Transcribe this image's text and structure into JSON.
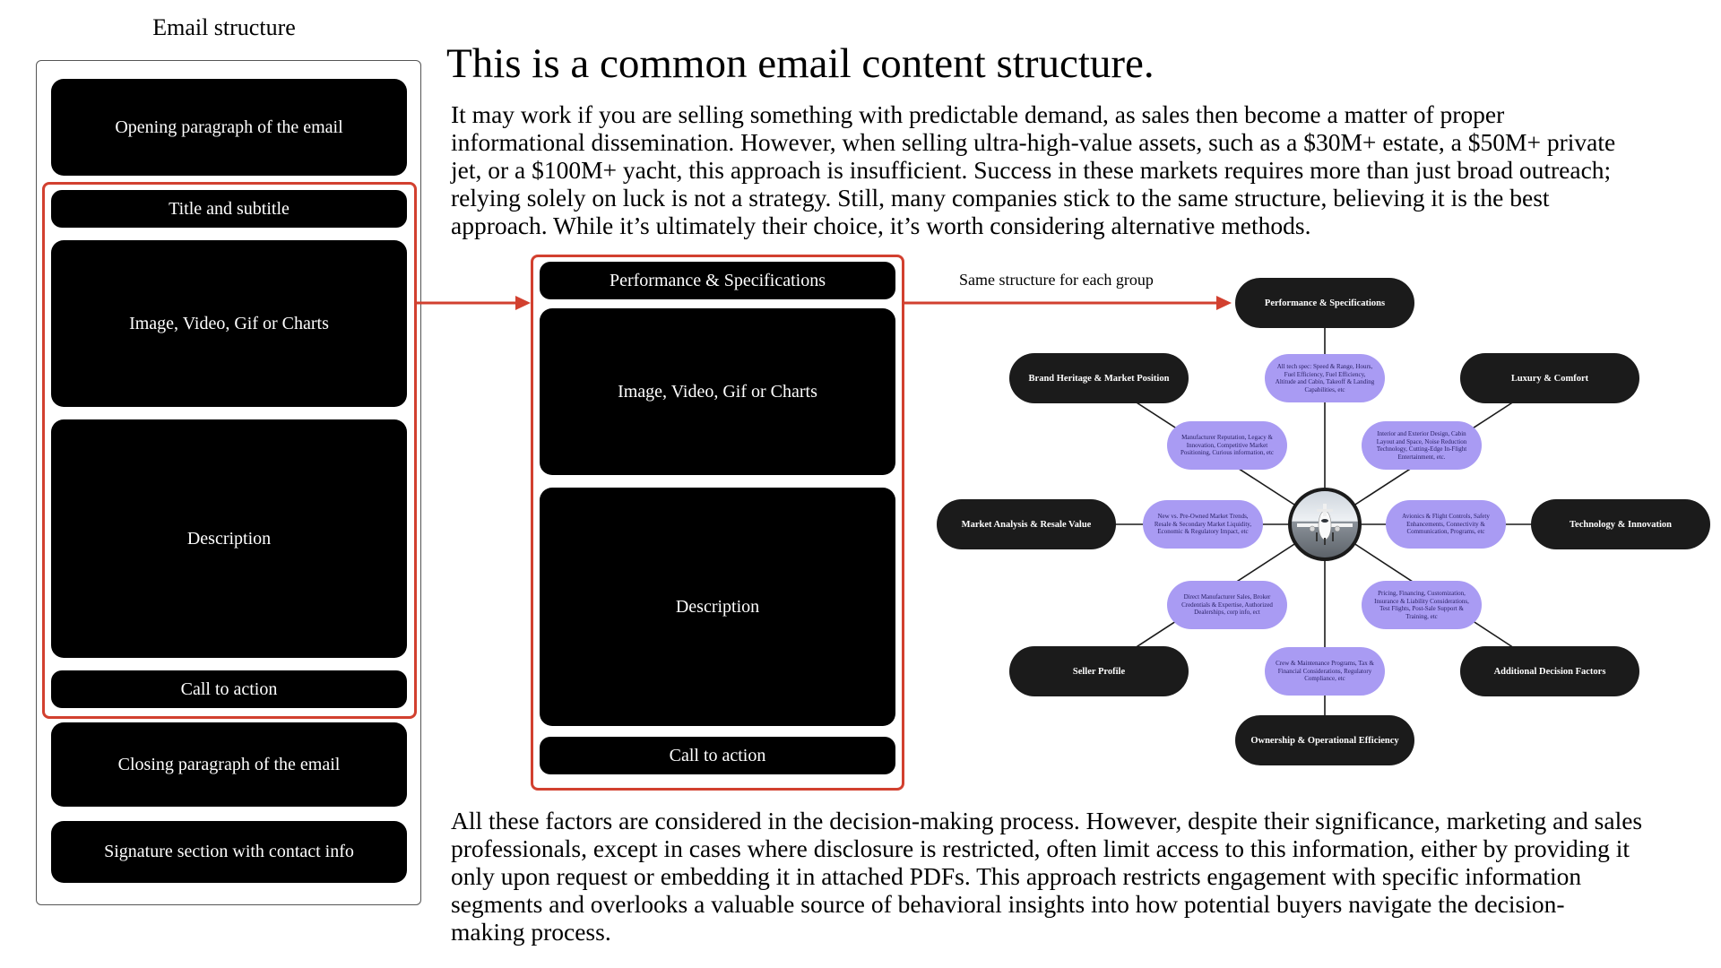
{
  "left_panel": {
    "title": "Email structure",
    "blocks": {
      "opening": "Opening paragraph of the email",
      "title": "Title and subtitle",
      "media": "Image, Video, Gif or Charts",
      "description": "Description",
      "cta": "Call to action",
      "closing": "Closing paragraph of the email",
      "signature": "Signature section with contact info"
    }
  },
  "heading": "This is a common email content structure.",
  "intro_lines": [
    "It may work if you are selling something with predictable demand, as sales then become a matter of proper",
    "informational dissemination. However, when selling ultra-high-value assets, such as a $30M+ estate, a $50M+ private",
    "jet, or a $100M+ yacht, this approach is insufficient. Success in these markets requires more than just broad outreach;",
    "relying solely on luck is not a strategy. Still, many companies stick to the same structure, believing it is the best",
    "approach. While it’s ultimately their choice, it’s worth considering alternative methods."
  ],
  "middle_panel": {
    "title": "Performance & Specifications",
    "media": "Image, Video, Gif or Charts",
    "description": "Description",
    "cta": "Call to action"
  },
  "arrow_label": "Same structure for each group",
  "mindmap": {
    "groups": {
      "perf": "Performance & Specifications",
      "brand": "Brand Heritage & Market Position",
      "luxury": "Luxury & Comfort",
      "market": "Market Analysis & Resale Value",
      "tech": "Technology & Innovation",
      "seller": "Seller Profile",
      "additional": "Additional Decision Factors",
      "ownership": "Ownership & Operational Efficiency"
    },
    "details": {
      "perf": "All tech spec: Speed & Range, Hours, Fuel Efficiency, Fuel Efficiency, Altitude and Cabin, Takeoff & Landing Capabilities, etc",
      "brand": "Manufacturer Reputation, Legacy & Innovation, Competitive Market Positioning, Curious information, etc",
      "luxury": "Interior and Exterior Design, Cabin Layout and Space, Noise Reduction Technology, Cutting-Edge In-Flight Entertainment, etc.",
      "market": "New vs. Pre-Owned Market Trends, Resale & Secondary Market Liquidity, Economic & Regulatory Impact, etc",
      "tech": "Avionics & Flight Controls, Safety Enhancements, Connectivity & Communication, Programs, etc",
      "seller": "Direct Manufacturer Sales, Broker Credentials & Expertise, Authorized Dealerships, corp info, ect",
      "additional": "Pricing, Financing, Customization, Insurance & Liability Considerations, Test Flights, Post-Sale Support & Training, etc",
      "ownership": "Crew & Maintenance Programs, Tax & Financial Considerations, Regulatory Compliance, etc"
    }
  },
  "outro_lines": [
    "All these factors are considered in the decision-making process. However, despite their significance, marketing and sales",
    "professionals, except in cases where disclosure is restricted, often limit access to this information, either by providing it",
    "only upon request or embedding it in attached PDFs. This approach restricts engagement with specific information",
    "segments and overlooks a valuable source of behavioral insights into how potential buyers navigate the decision-",
    "making process."
  ],
  "colors": {
    "accent_red": "#d2402f",
    "bubble_purple": "#a99bf3",
    "pill_black": "#1b1b1b"
  },
  "icons": [
    "airplane-icon",
    "arrow-right-icon"
  ]
}
